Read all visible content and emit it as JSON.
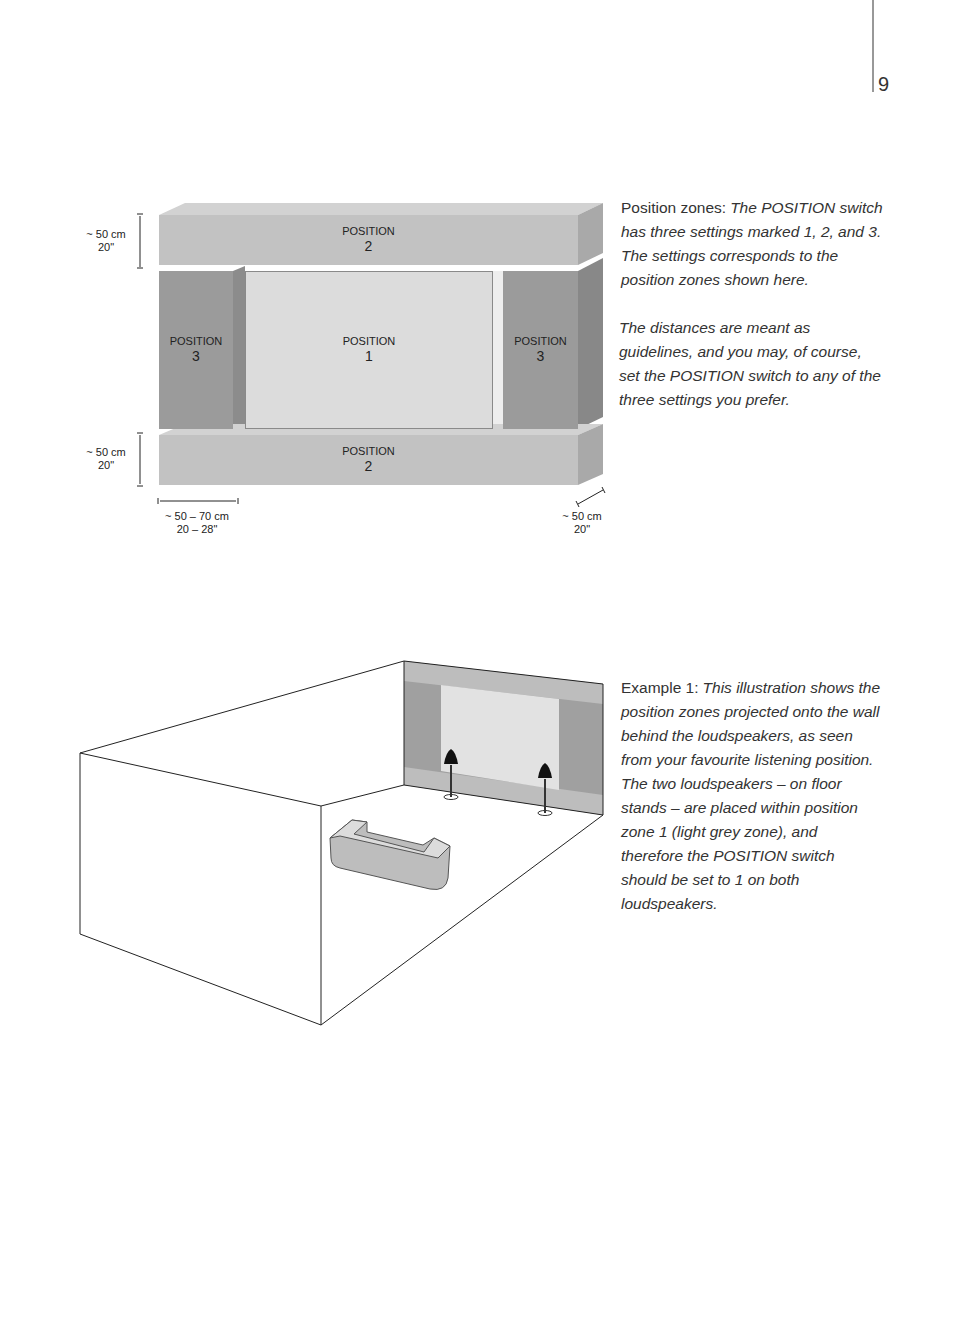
{
  "diagram": {
    "nodes": [
      {
        "text": [
          "POSITION",
          "2"
        ]
      },
      {
        "text": [
          "POSITION",
          "3"
        ]
      },
      {
        "text": [
          "POSITION",
          "1"
        ]
      },
      {
        "text": [
          "POSITION",
          "3"
        ]
      },
      {
        "text": [
          "POSITION",
          "2"
        ]
      }
    ],
    "labels": [
      "9",
      "~ 50 cm",
      "20\"",
      "~ 50 cm",
      "20\"",
      "~ 50 – 70 cm",
      "20 – 28\"",
      "~ 50 cm",
      "20\"",
      "Position zones:",
      "The POSITION switch has three settings marked 1, 2, and 3. The settings corresponds to the position zones shown here.",
      "The distances are meant as guidelines, and you may, of course, set the POSITION switch to any of the three settings you prefer.",
      "Example 1:",
      "This illustration shows the position zones projected onto the wall behind the loudspeakers, as seen from your favourite listening position. The two loudspeakers – on floor stands – are placed within position zone 1 (light grey zone), and therefore the POSITION switch should be set to 1 on both loudspeakers."
    ]
  }
}
